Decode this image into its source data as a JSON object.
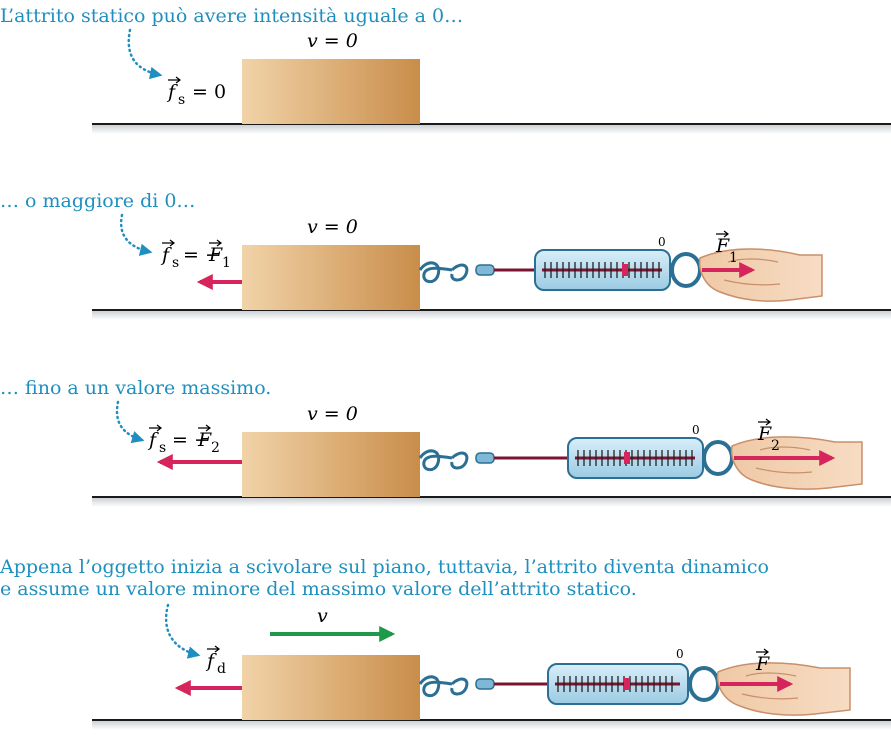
{
  "captions": {
    "panel1": "L’attrito statico può avere intensità uguale a 0…",
    "panel2": "… o maggiore di 0…",
    "panel3": "… fino a un valore massimo.",
    "panel4_line1": "Appena l’oggetto inizia a scivolare sul piano, tuttavia, l’attrito diventa dinamico",
    "panel4_line2": "e assume un valore minore del massimo valore dell’attrito statico."
  },
  "labels": {
    "velocity_zero": "v = 0",
    "velocity": "v",
    "f_symbol": "f",
    "F_symbol": "F",
    "sub_s": "s",
    "sub_d": "d",
    "sub_1": "1",
    "sub_2": "2",
    "eq_zero": "= 0",
    "eq_minus": "= −",
    "scale_zero": "0"
  },
  "colors": {
    "caption": "#1f8fbf",
    "force_arrow": "#d6245c",
    "velocity_arrow": "#1e9a4a",
    "block_light": "#f1d3a8",
    "block_dark": "#c98d4a",
    "scale_body": "#b9dcef",
    "floor_line": "#1a1a1a"
  }
}
